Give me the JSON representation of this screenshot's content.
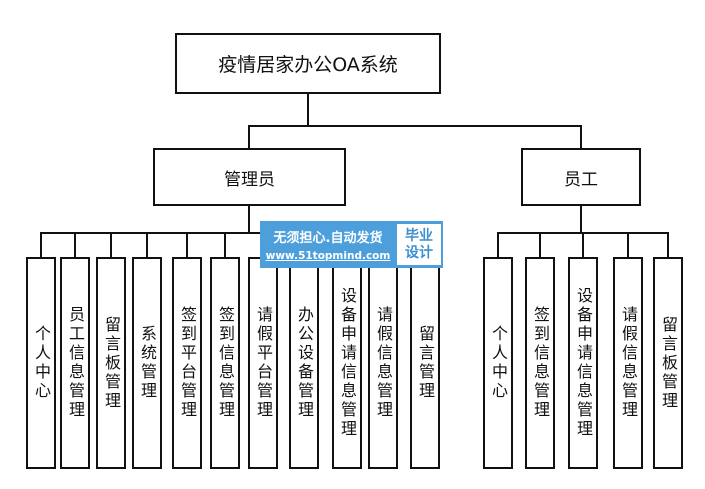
{
  "root": {
    "label": "疫情居家办公OA系统"
  },
  "admin": {
    "label": "管理员",
    "modules": [
      "个人中心",
      "员工信息管理",
      "留言板管理",
      "系统管理",
      "签到平台管理",
      "签到信息管理",
      "请假平台管理",
      "办公设备管理",
      "设备申请信息管理",
      "请假信息管理",
      "留言管理"
    ]
  },
  "employee": {
    "label": "员工",
    "modules": [
      "个人中心",
      "签到信息管理",
      "设备申请信息管理",
      "请假信息管理",
      "留言板管理"
    ]
  },
  "watermark": {
    "slogan": "无须担心.自动发货",
    "url": "www.51topmind.com",
    "badge_line1": "毕业",
    "badge_line2": "设计"
  }
}
